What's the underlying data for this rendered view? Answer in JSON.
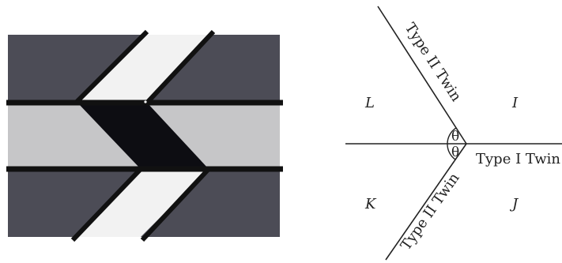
{
  "colors": {
    "dark_gray": "#4c4c56",
    "light_gray": "#c6c6c8",
    "near_white": "#f2f2f2",
    "black": "#0d0d12",
    "line": "#111111"
  },
  "right_diagram": {
    "region_labels": [
      "L",
      "I",
      "K",
      "J"
    ],
    "upper_twin_label": "Type II Twin",
    "lower_twin_label": "Type II Twin",
    "horizontal_twin_label": "Type I Twin",
    "angle_symbol_upper": "θ",
    "angle_symbol_lower": "θ"
  }
}
